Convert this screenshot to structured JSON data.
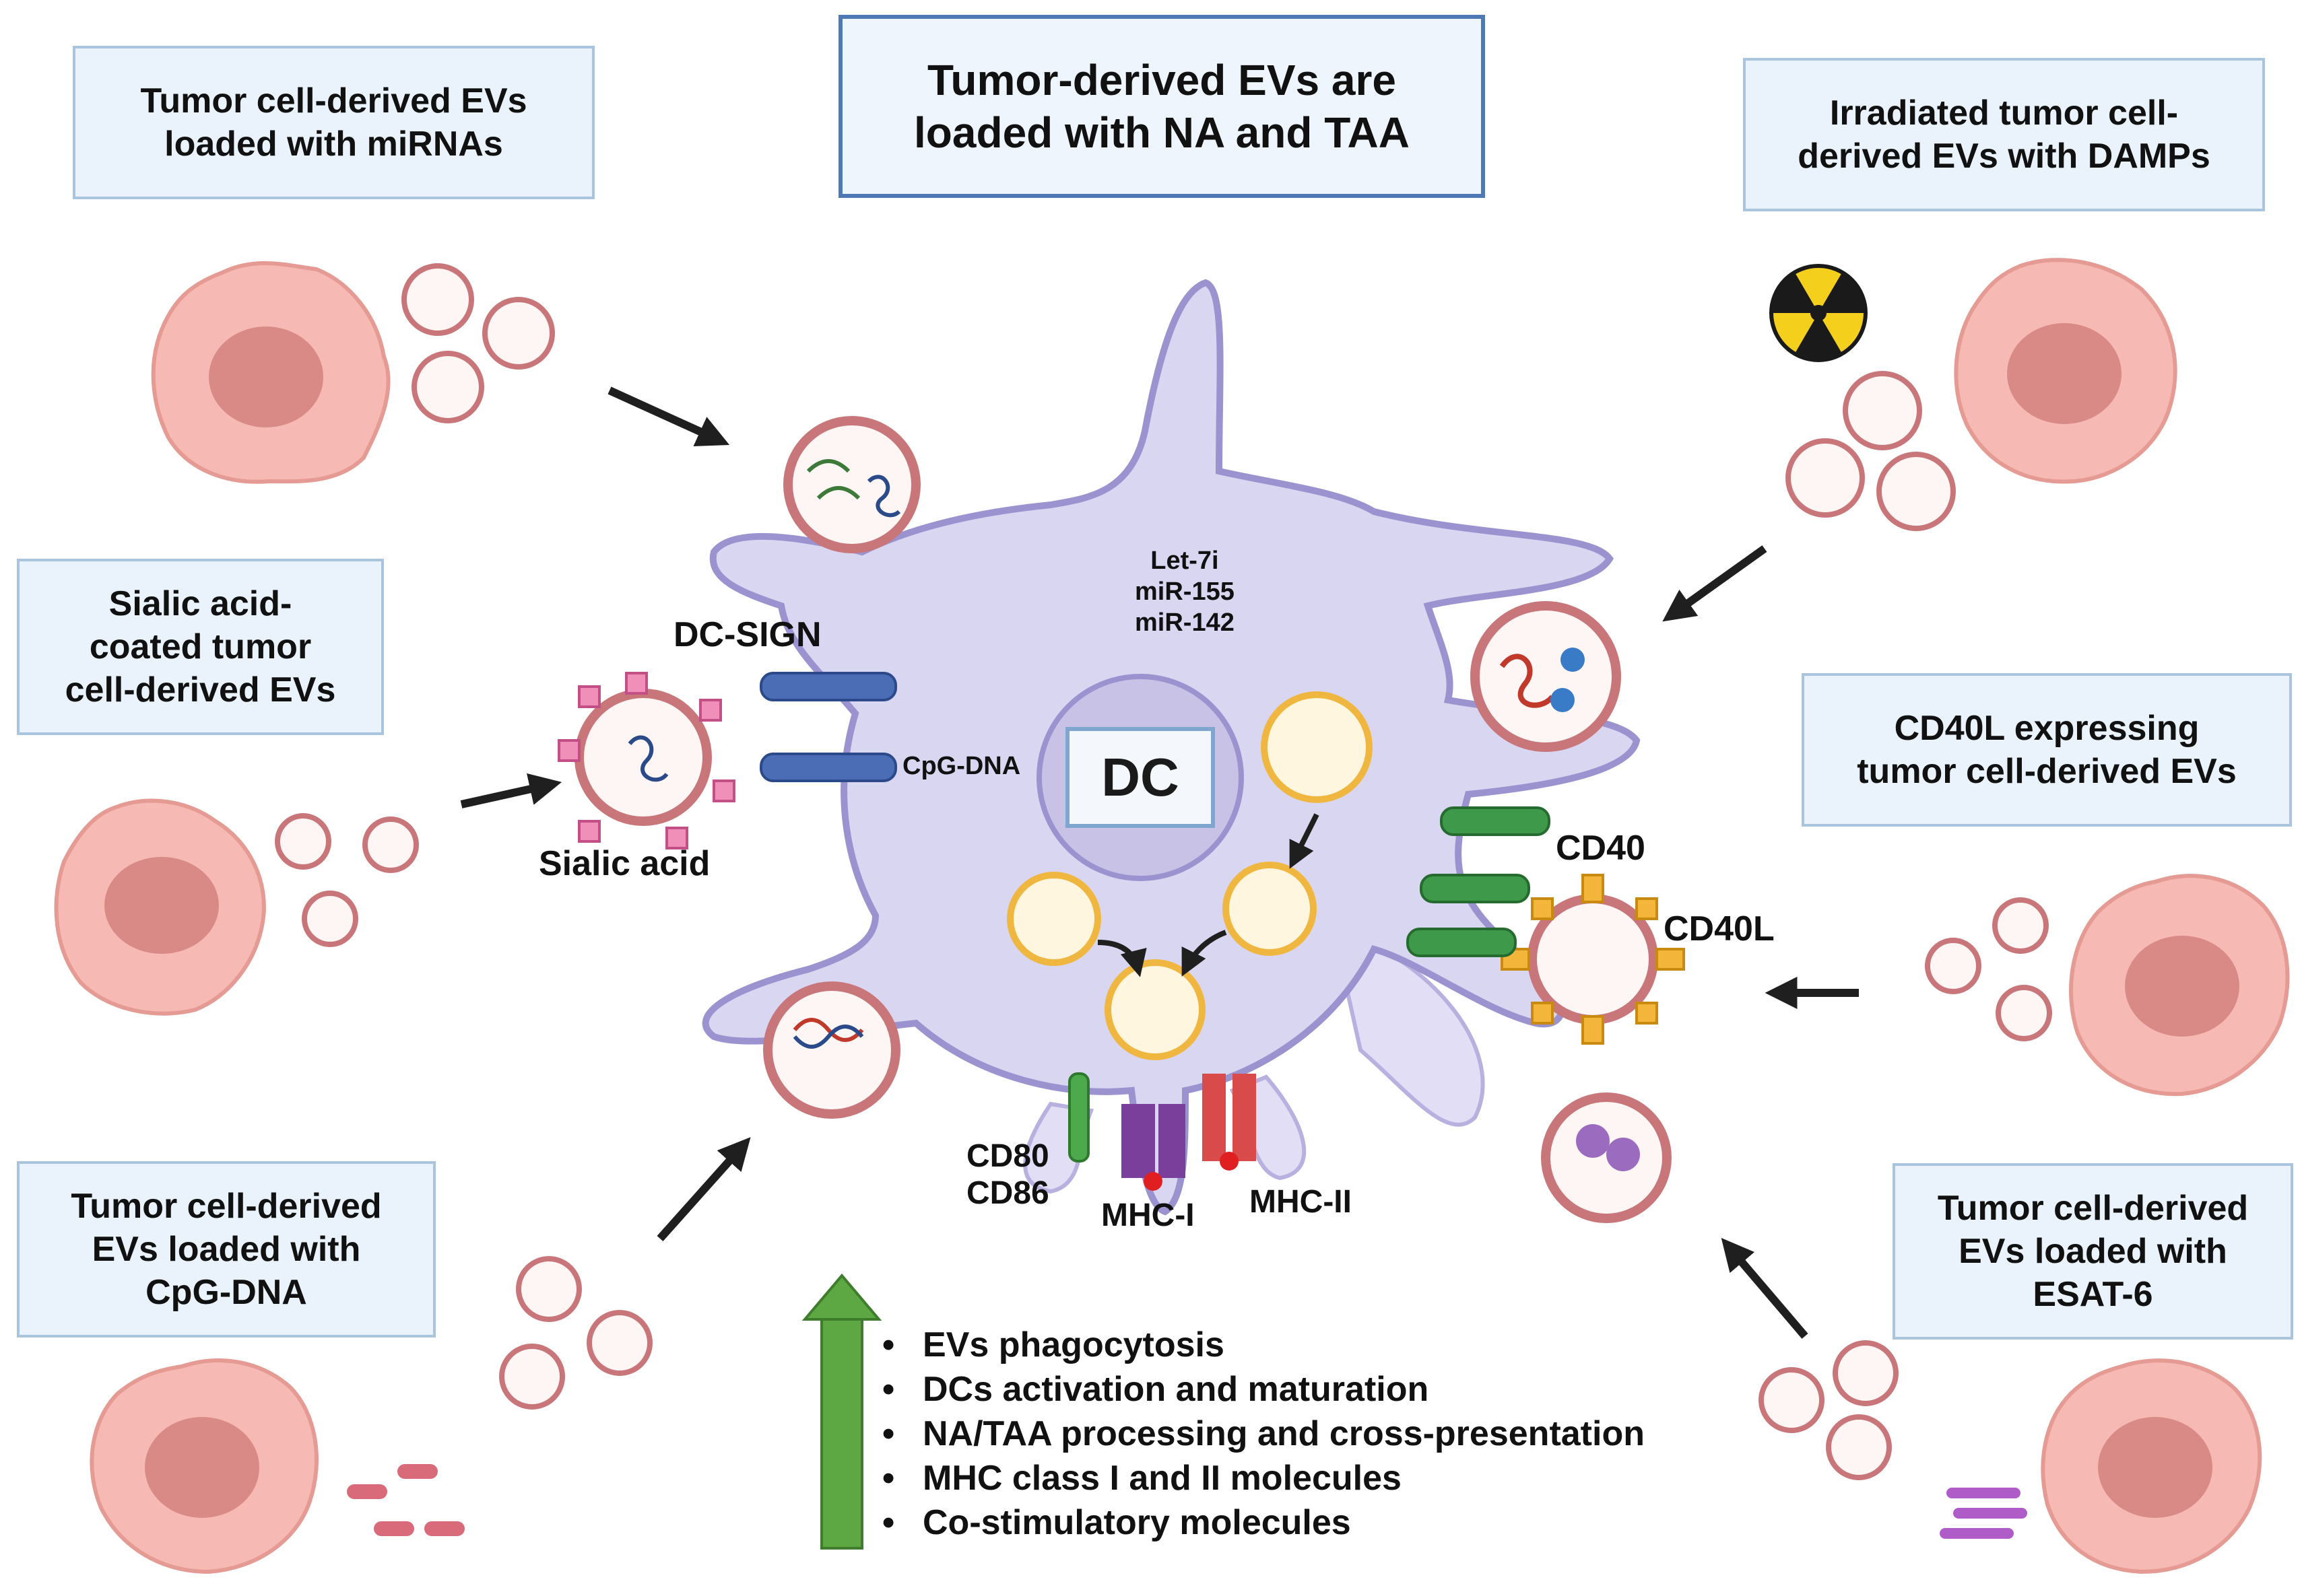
{
  "title": {
    "lines": [
      "Tumor-derived EVs are",
      "loaded with NA and TAA"
    ]
  },
  "panels": {
    "mirna": {
      "lines": [
        "Tumor cell-derived EVs",
        "loaded with miRNAs"
      ]
    },
    "damps": {
      "lines": [
        "Irradiated tumor cell-",
        "derived EVs with DAMPs"
      ]
    },
    "sialic": {
      "lines": [
        "Sialic acid-",
        "coated tumor",
        "cell-derived EVs"
      ]
    },
    "cd40l": {
      "lines": [
        "CD40L expressing",
        "tumor cell-derived EVs"
      ]
    },
    "cpg": {
      "lines": [
        "Tumor cell-derived",
        "EVs loaded with",
        "CpG-DNA"
      ]
    },
    "esat": {
      "lines": [
        "Tumor cell-derived",
        "EVs loaded with",
        "ESAT-6"
      ]
    }
  },
  "cell_labels": {
    "dc": "DC",
    "dc_sign": "DC-SIGN",
    "sialic_acid": "Sialic acid",
    "cpg_dna": "CpG-DNA",
    "mirna_list": [
      "Let-7i",
      "miR-155",
      "miR-142"
    ],
    "cd40": "CD40",
    "cd40l": "CD40L",
    "cd80": "CD80",
    "cd86": "CD86",
    "mhc1": "MHC-I",
    "mhc2": "MHC-II"
  },
  "effects": [
    "EVs phagocytosis",
    "DCs activation and maturation",
    "NA/TAA processing and cross-presentation",
    "MHC class I and II molecules",
    "Co-stimulatory molecules"
  ],
  "colors": {
    "dc_fill": "#d9d6f2",
    "dc_stroke": "#9b93cf",
    "tumor_fill": "#f6b9b4",
    "tumor_nucleus": "#d98a87",
    "ev_ring": "#c9767a",
    "arrow": "#1f1f1f",
    "up_arrow": "#5ea843",
    "box_fill": "#eaf3fb",
    "box_border": "#a9c4dc",
    "title_border": "#4f79b4"
  }
}
